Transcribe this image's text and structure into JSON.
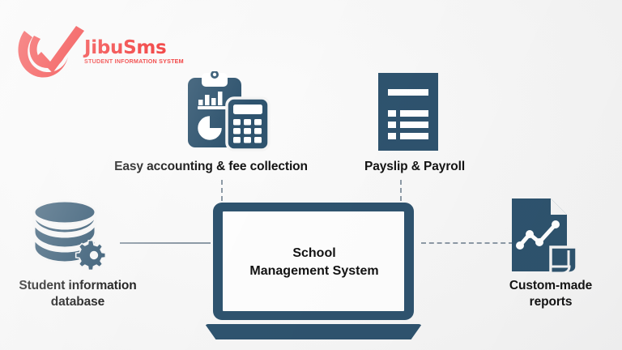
{
  "diagram": {
    "title": "School Management System overview diagram",
    "colors": {
      "primary_blue": "#2e536e",
      "logo_red": "#ef1c1c",
      "connector_gray": "#8d9aa6",
      "screen_white": "#fdfdfd",
      "background": "#f4f4f4",
      "label_text": "#131313"
    }
  },
  "logo": {
    "brand": "JibuSms",
    "tagline": "STUDENT INFORMATION SYSTEM",
    "mark": "red-checkmark-swoosh"
  },
  "center": {
    "device": "laptop",
    "screen_line_1": "School",
    "screen_line_2": "Management System"
  },
  "nodes": [
    {
      "id": "accounting",
      "label_line_1": "Easy accounting & fee collection",
      "icon": "clipboard-calculator-icon",
      "connector": "dashed-vertical"
    },
    {
      "id": "payroll",
      "label_line_1": "Payslip & Payroll",
      "icon": "document-list-icon",
      "connector": "dashed-vertical"
    },
    {
      "id": "database",
      "label_line_1": "Student information",
      "label_line_2": "database",
      "icon": "database-gear-icon",
      "connector": "solid-horizontal"
    },
    {
      "id": "reports",
      "label_line_1": "Custom-made",
      "label_line_2": "reports",
      "icon": "document-chart-scroll-icon",
      "connector": "dashed-horizontal"
    }
  ]
}
